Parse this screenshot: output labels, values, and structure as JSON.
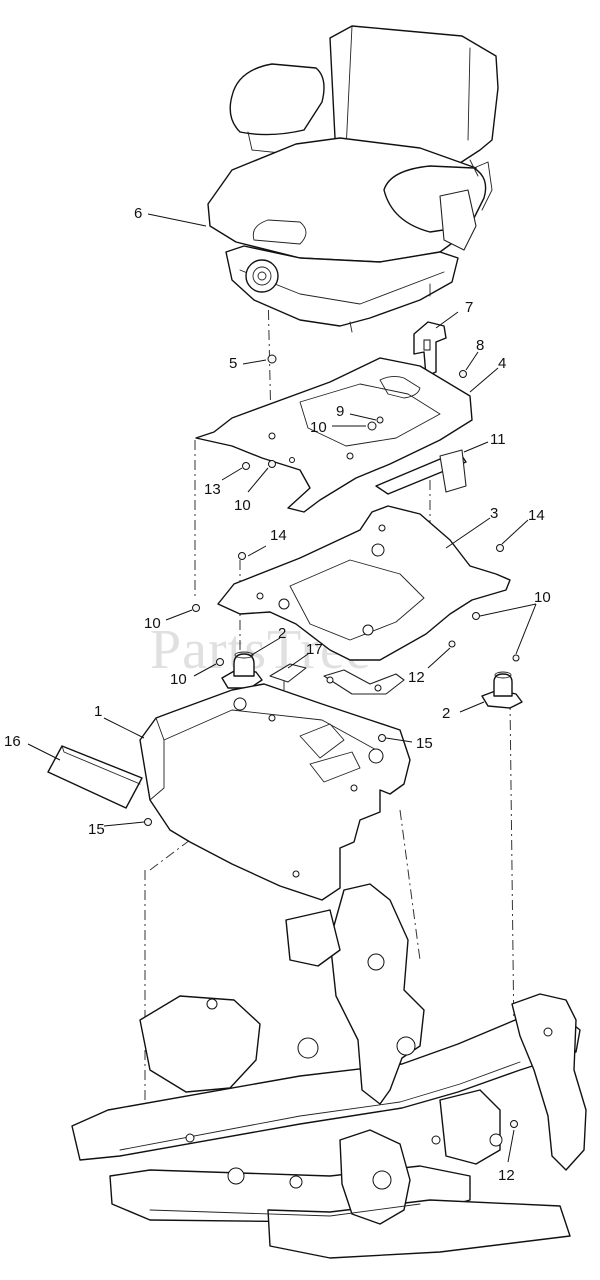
{
  "watermark": "PartsTree",
  "callouts": {
    "c1": "1",
    "c2a": "2",
    "c2b": "2",
    "c3": "3",
    "c4": "4",
    "c5": "5",
    "c6": "6",
    "c7": "7",
    "c8": "8",
    "c9": "9",
    "c10a": "10",
    "c10b": "10",
    "c10c": "10",
    "c10d": "10",
    "c10e": "10",
    "c11": "11",
    "c12a": "12",
    "c12b": "12",
    "c13": "13",
    "c14a": "14",
    "c14b": "14",
    "c15a": "15",
    "c15b": "15",
    "c16": "16",
    "c17": "17"
  }
}
